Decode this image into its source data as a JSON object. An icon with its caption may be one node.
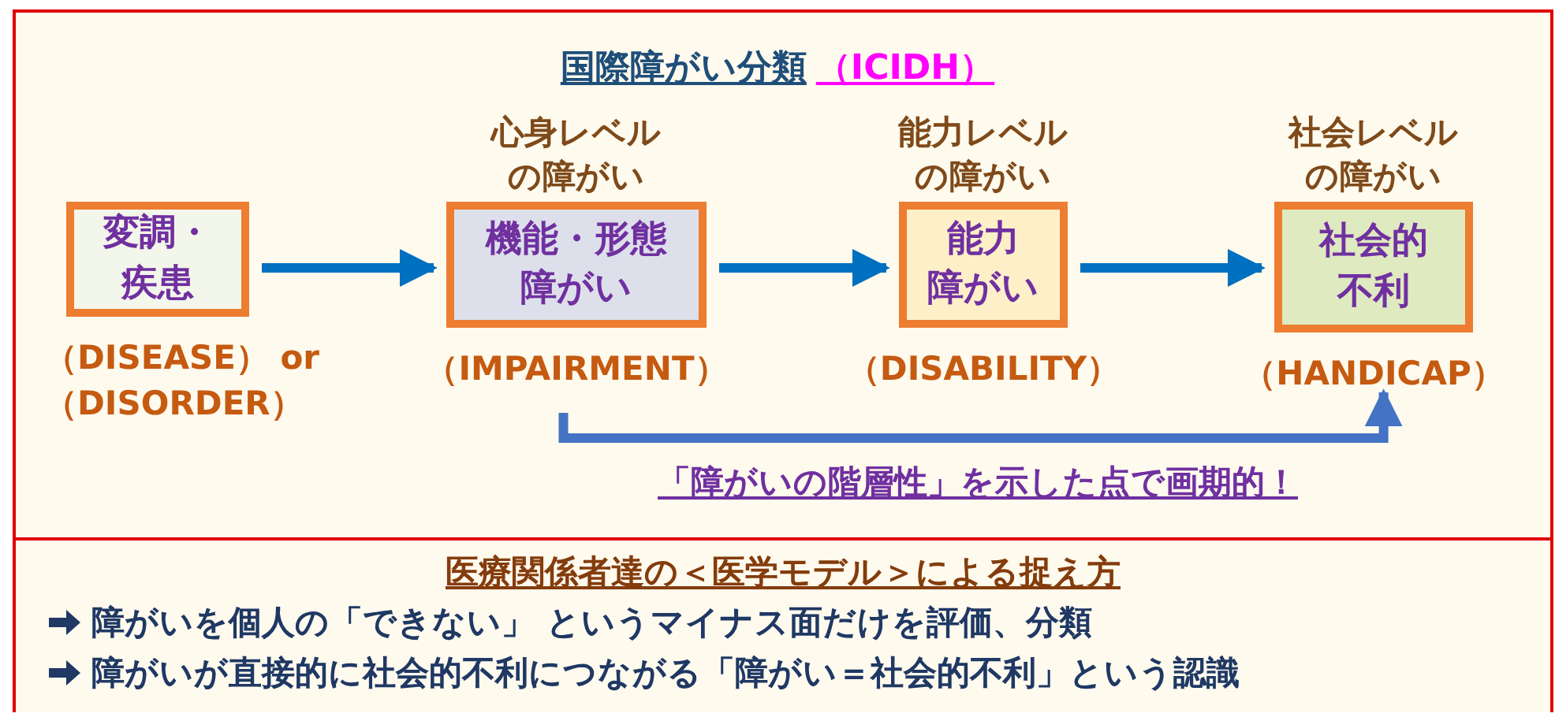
{
  "diagram": {
    "title": "国際障がい分類",
    "nodes": [
      {
        "text": [
          "変調・疾患"
        ],
        "beside": [
          "（DISEASE） or （DISORDER）"
        ]
      },
      {
        "text": [
          "心身レベルの障がい",
          "機能・形態障がい"
        ],
        "beside": [
          "（IMPAIRMENT）"
        ]
      },
      {
        "text": [
          "能力レベルの障がい",
          "能力障がい"
        ],
        "beside": [
          "（DISABILITY）"
        ]
      },
      {
        "text": [
          "社会レベルの障がい",
          "社会的不利"
        ],
        "beside": [
          "（HANDICAP）"
        ]
      },
      {
        "text": [
          "医療関係者達の＜医学モデル＞による捉え方",
          "障がいを個人の「できない」 というマイナス面だけを評価、分類",
          "障がいが直接的に社会的不利につながる「障がい＝社会的不利」という認識"
        ]
      }
    ],
    "edges": [
      {
        "from": 0,
        "to": 1,
        "arrow": "to"
      },
      {
        "from": 1,
        "to": 2,
        "arrow": "to"
      },
      {
        "from": 2,
        "to": 3,
        "arrow": "to"
      },
      {
        "from": 1,
        "to": 3,
        "arrow": "to",
        "label": "「障がいの階層性」を示した点で画期的！",
        "color": "#4472c4"
      }
    ],
    "labels": [
      "（ICIDH）"
    ]
  }
}
